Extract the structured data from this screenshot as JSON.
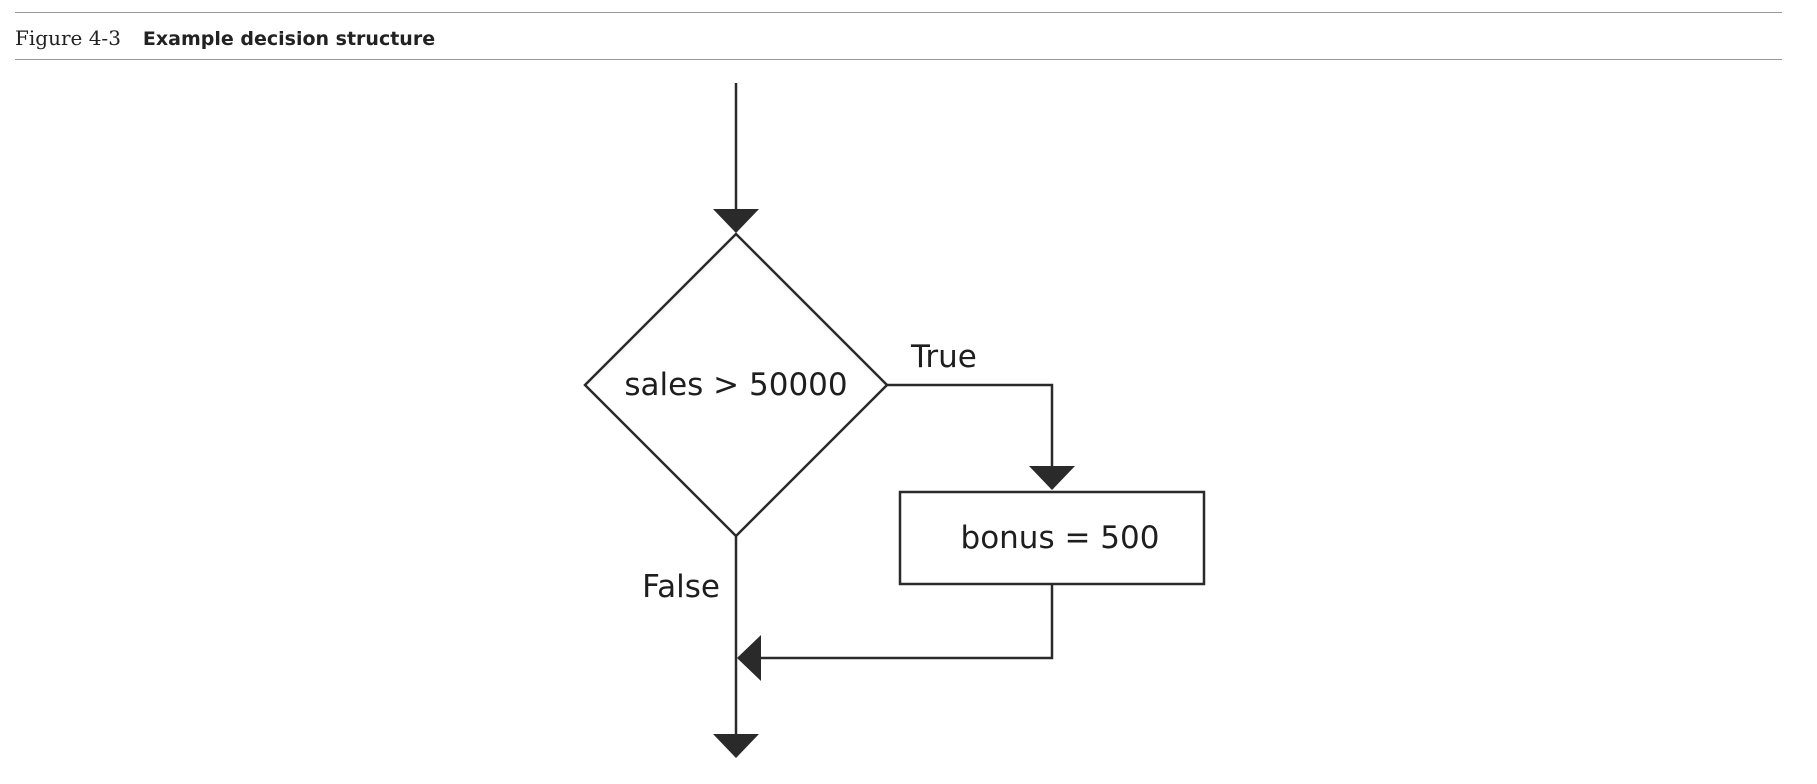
{
  "caption": {
    "figure_number": "Figure 4-3",
    "figure_title": "Example decision structure"
  },
  "diagram": {
    "decision": "sales > 50000",
    "true_label": "True",
    "false_label": "False",
    "process": "bonus = 500"
  },
  "colors": {
    "stroke": "#2a2a2a",
    "rule": "#9a9a9a",
    "text": "#1e1e1e"
  }
}
